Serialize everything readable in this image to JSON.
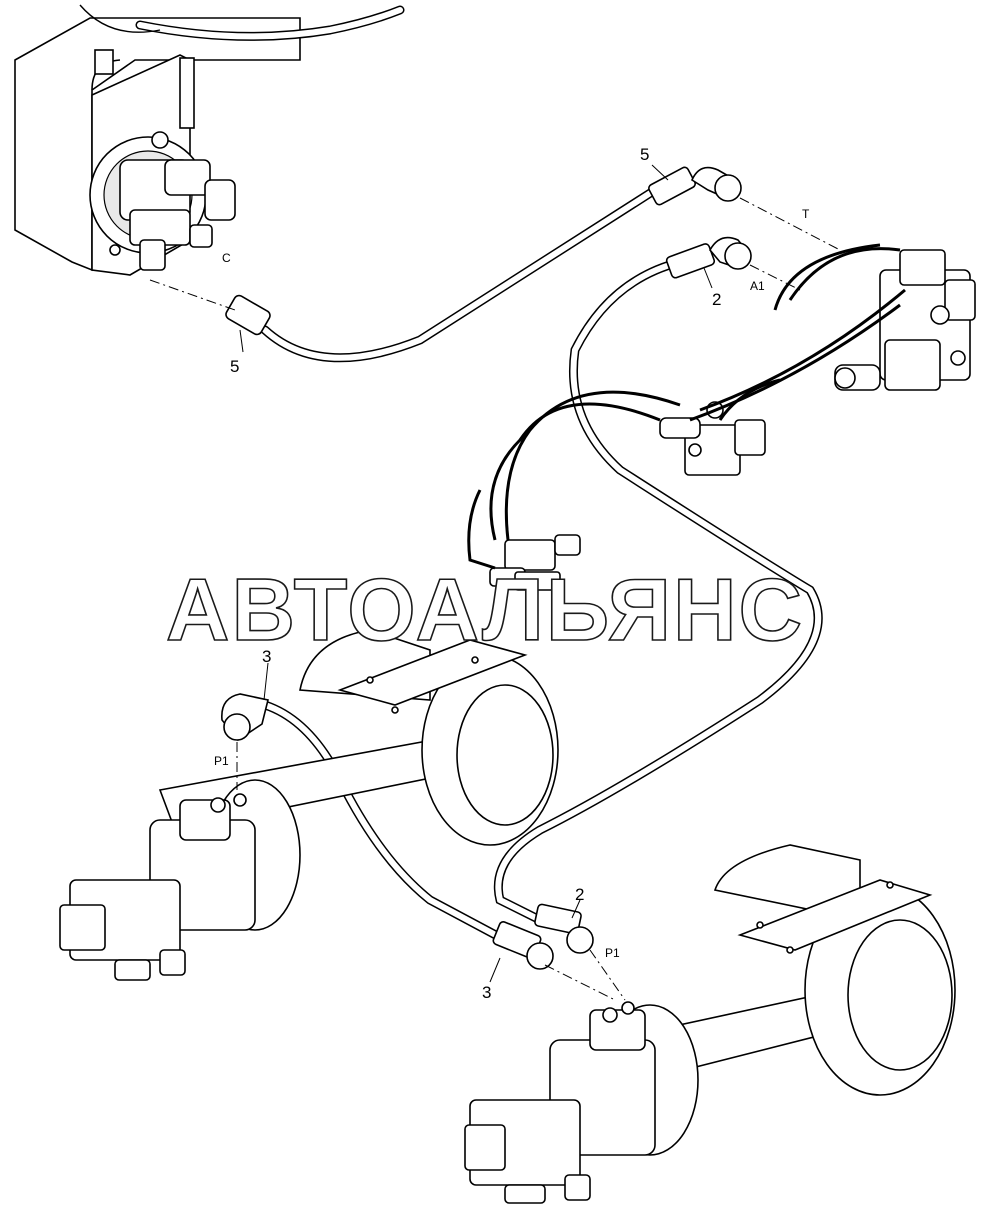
{
  "callouts": {
    "hose5_top": "5",
    "hose5_bottom": "5",
    "hose2_top": "2",
    "hose2_bottom": "2",
    "hose3_top": "3",
    "hose3_bottom": "3",
    "port_T": "T",
    "port_A1": "A1",
    "port_C": "C",
    "port_P1_left": "P1",
    "port_P1_right": "P1"
  },
  "watermark": "АВТОАЛЬЯНС",
  "colors": {
    "ink": "#000000",
    "paper": "#ffffff"
  }
}
